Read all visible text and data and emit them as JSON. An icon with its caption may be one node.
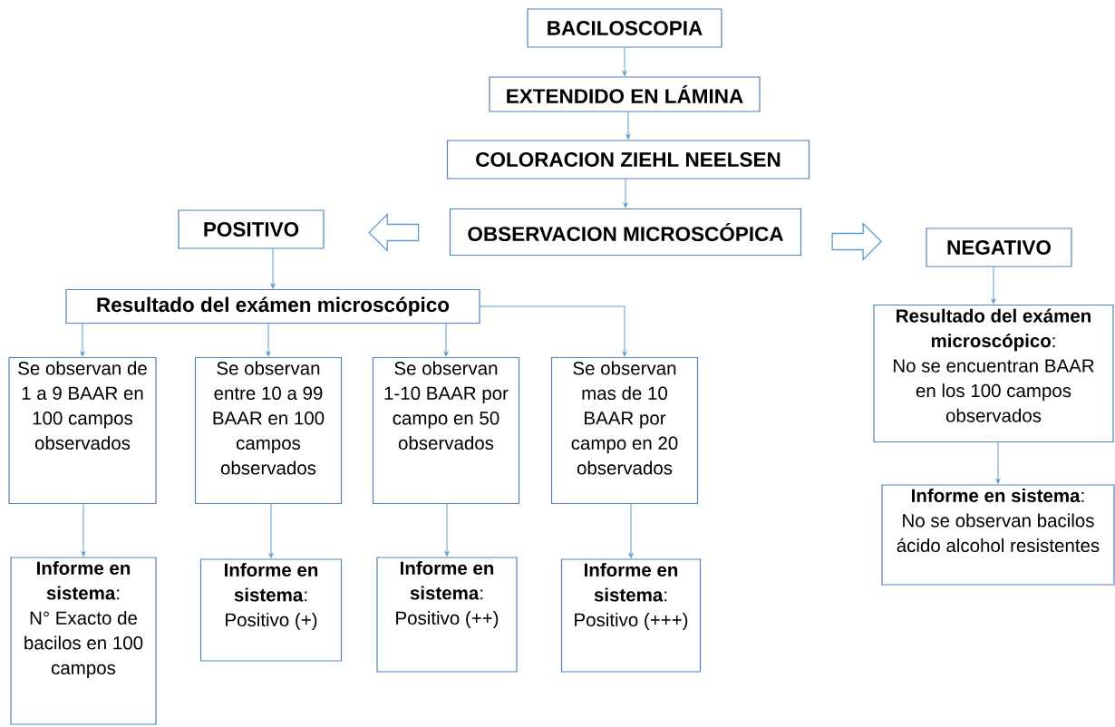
{
  "diagram": {
    "nodes": [
      {
        "text": [
          "BACILOSCOPIA"
        ]
      },
      {
        "text": [
          "EXTENDIDO EN LÁMINA"
        ]
      },
      {
        "text": [
          "COLORACION ZIEHL NEELSEN"
        ]
      },
      {
        "text": [
          "POSITIVO"
        ]
      },
      {
        "text": [
          "OBSERVACION MICROSCÓPICA"
        ]
      },
      {
        "text": [
          "NEGATIVO"
        ]
      },
      {
        "text": [
          "Resultado del exámen microscópico"
        ]
      },
      {
        "text": [
          "Se observan de 1 a 9 BAAR en 100 campos observados"
        ]
      },
      {
        "text": [
          "Se observan entre 10 a 99 BAAR en 100 campos observados"
        ]
      },
      {
        "text": [
          "Se observan 1-10 BAAR por campo en 50 observados"
        ]
      },
      {
        "text": [
          "Se observan mas de 10 BAAR por campo en 20 observados"
        ]
      },
      {
        "text": [
          "**Resultado del exámen microscópico**:",
          "No se encuentran BAAR en los 100 campos observados"
        ]
      },
      {
        "text": [
          "**Informe en sistema**:",
          "N° Exacto de bacilos en 100 campos"
        ]
      },
      {
        "text": [
          "**Informe en sistema**:",
          "Positivo (+)"
        ]
      },
      {
        "text": [
          "**Informe en sistema**:",
          "Positivo (++)"
        ]
      },
      {
        "text": [
          "**Informe en sistema**:",
          "Positivo (+++)"
        ]
      },
      {
        "text": [
          "**Informe en sistema**:",
          "No se observan bacilos ácido alcohol resistentes"
        ]
      }
    ],
    "edges": [
      {
        "from": 0,
        "to": 1,
        "arrow": "to"
      },
      {
        "from": 1,
        "to": 2,
        "arrow": "to"
      },
      {
        "from": 2,
        "to": 4,
        "arrow": "to"
      },
      {
        "from": 4,
        "to": 3,
        "arrow": "to",
        "style": "thick"
      },
      {
        "from": 4,
        "to": 5,
        "arrow": "to",
        "style": "thick"
      },
      {
        "from": 3,
        "to": 6,
        "arrow": "to"
      },
      {
        "from": 6,
        "to": 7,
        "arrow": "to"
      },
      {
        "from": 6,
        "to": 8,
        "arrow": "to"
      },
      {
        "from": 6,
        "to": 9,
        "arrow": "to"
      },
      {
        "from": 6,
        "to": 10,
        "arrow": "to"
      },
      {
        "from": 5,
        "to": 11,
        "arrow": "to"
      },
      {
        "from": 7,
        "to": 12,
        "arrow": "to"
      },
      {
        "from": 8,
        "to": 13,
        "arrow": "to"
      },
      {
        "from": 9,
        "to": 14,
        "arrow": "to"
      },
      {
        "from": 10,
        "to": 15,
        "arrow": "to"
      },
      {
        "from": 11,
        "to": 16,
        "arrow": "to"
      }
    ]
  }
}
